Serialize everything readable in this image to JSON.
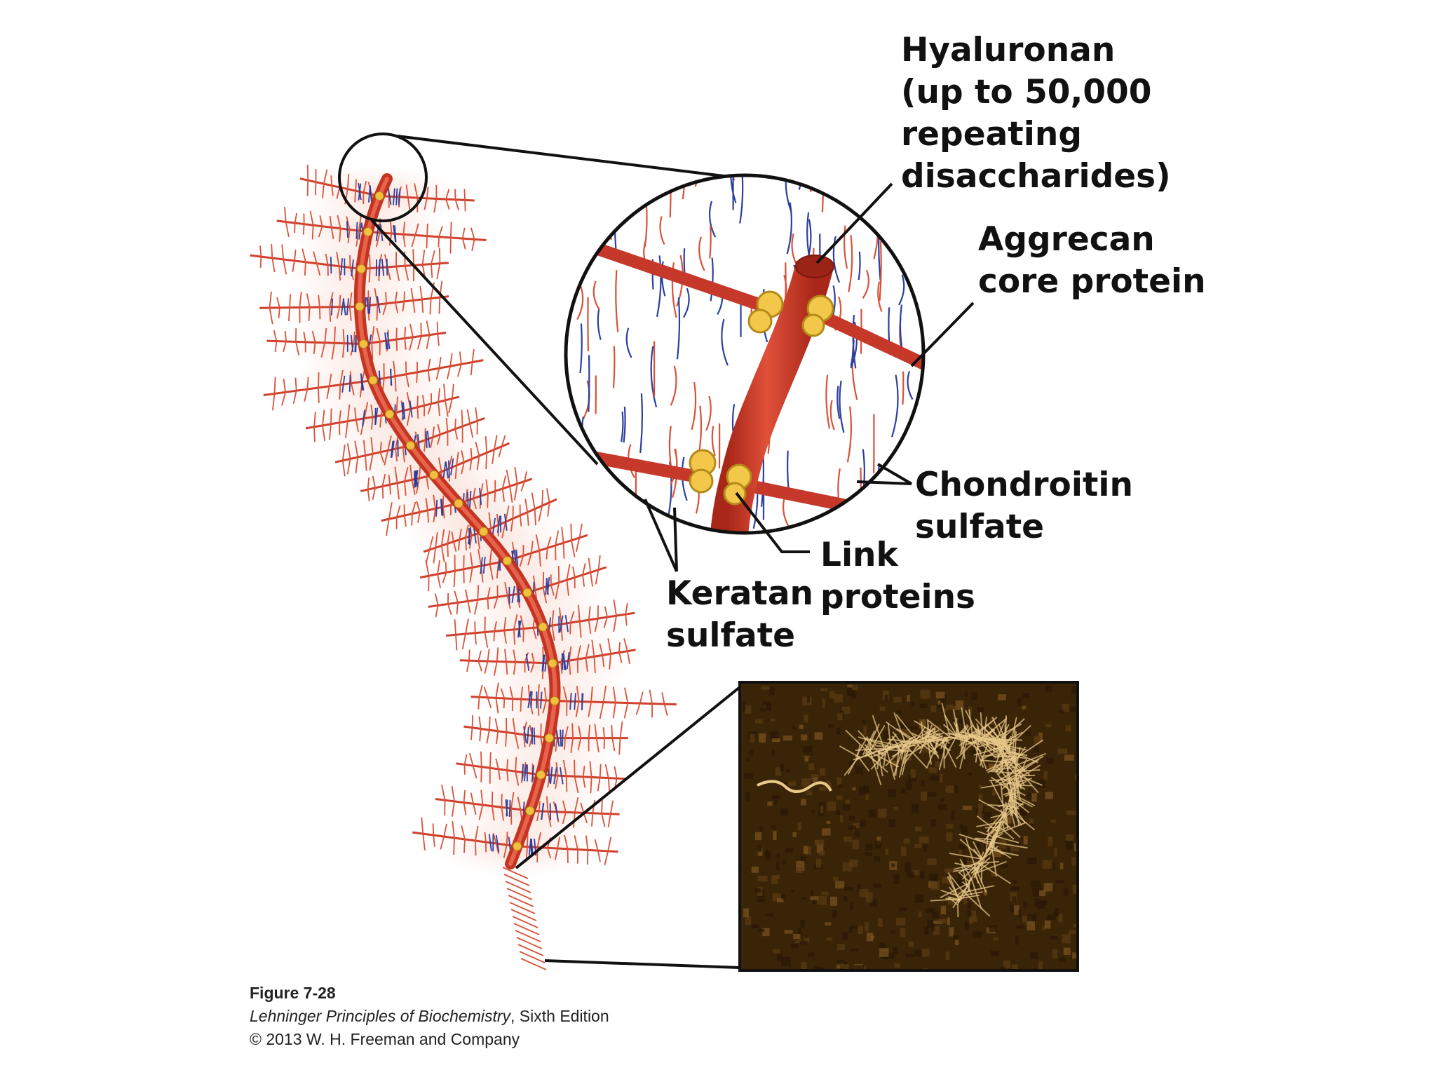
{
  "labels": {
    "hyaluronan": "Hyaluronan\n(up to 50,000\nrepeating\ndisaccharides)",
    "aggrecan": "Aggrecan\ncore protein",
    "chondroitin": "Chondroitin\nsulfate",
    "link": "Link\nproteins",
    "keratan": "Keratan\nsulfate"
  },
  "caption": {
    "figure": "Figure 7-28",
    "book_title": "Lehninger Principles of Biochemistry",
    "edition": ", Sixth Edition",
    "copyright": "© 2013 W. H. Freeman and Company"
  },
  "colors": {
    "hyaluronan": "#d8412e",
    "chondroitin": "#d8523a",
    "keratan": "#2c3f9e",
    "link": "#f0c040",
    "micrograph_bg": "#3a2408",
    "micrograph_strands": "#e8c98a"
  }
}
